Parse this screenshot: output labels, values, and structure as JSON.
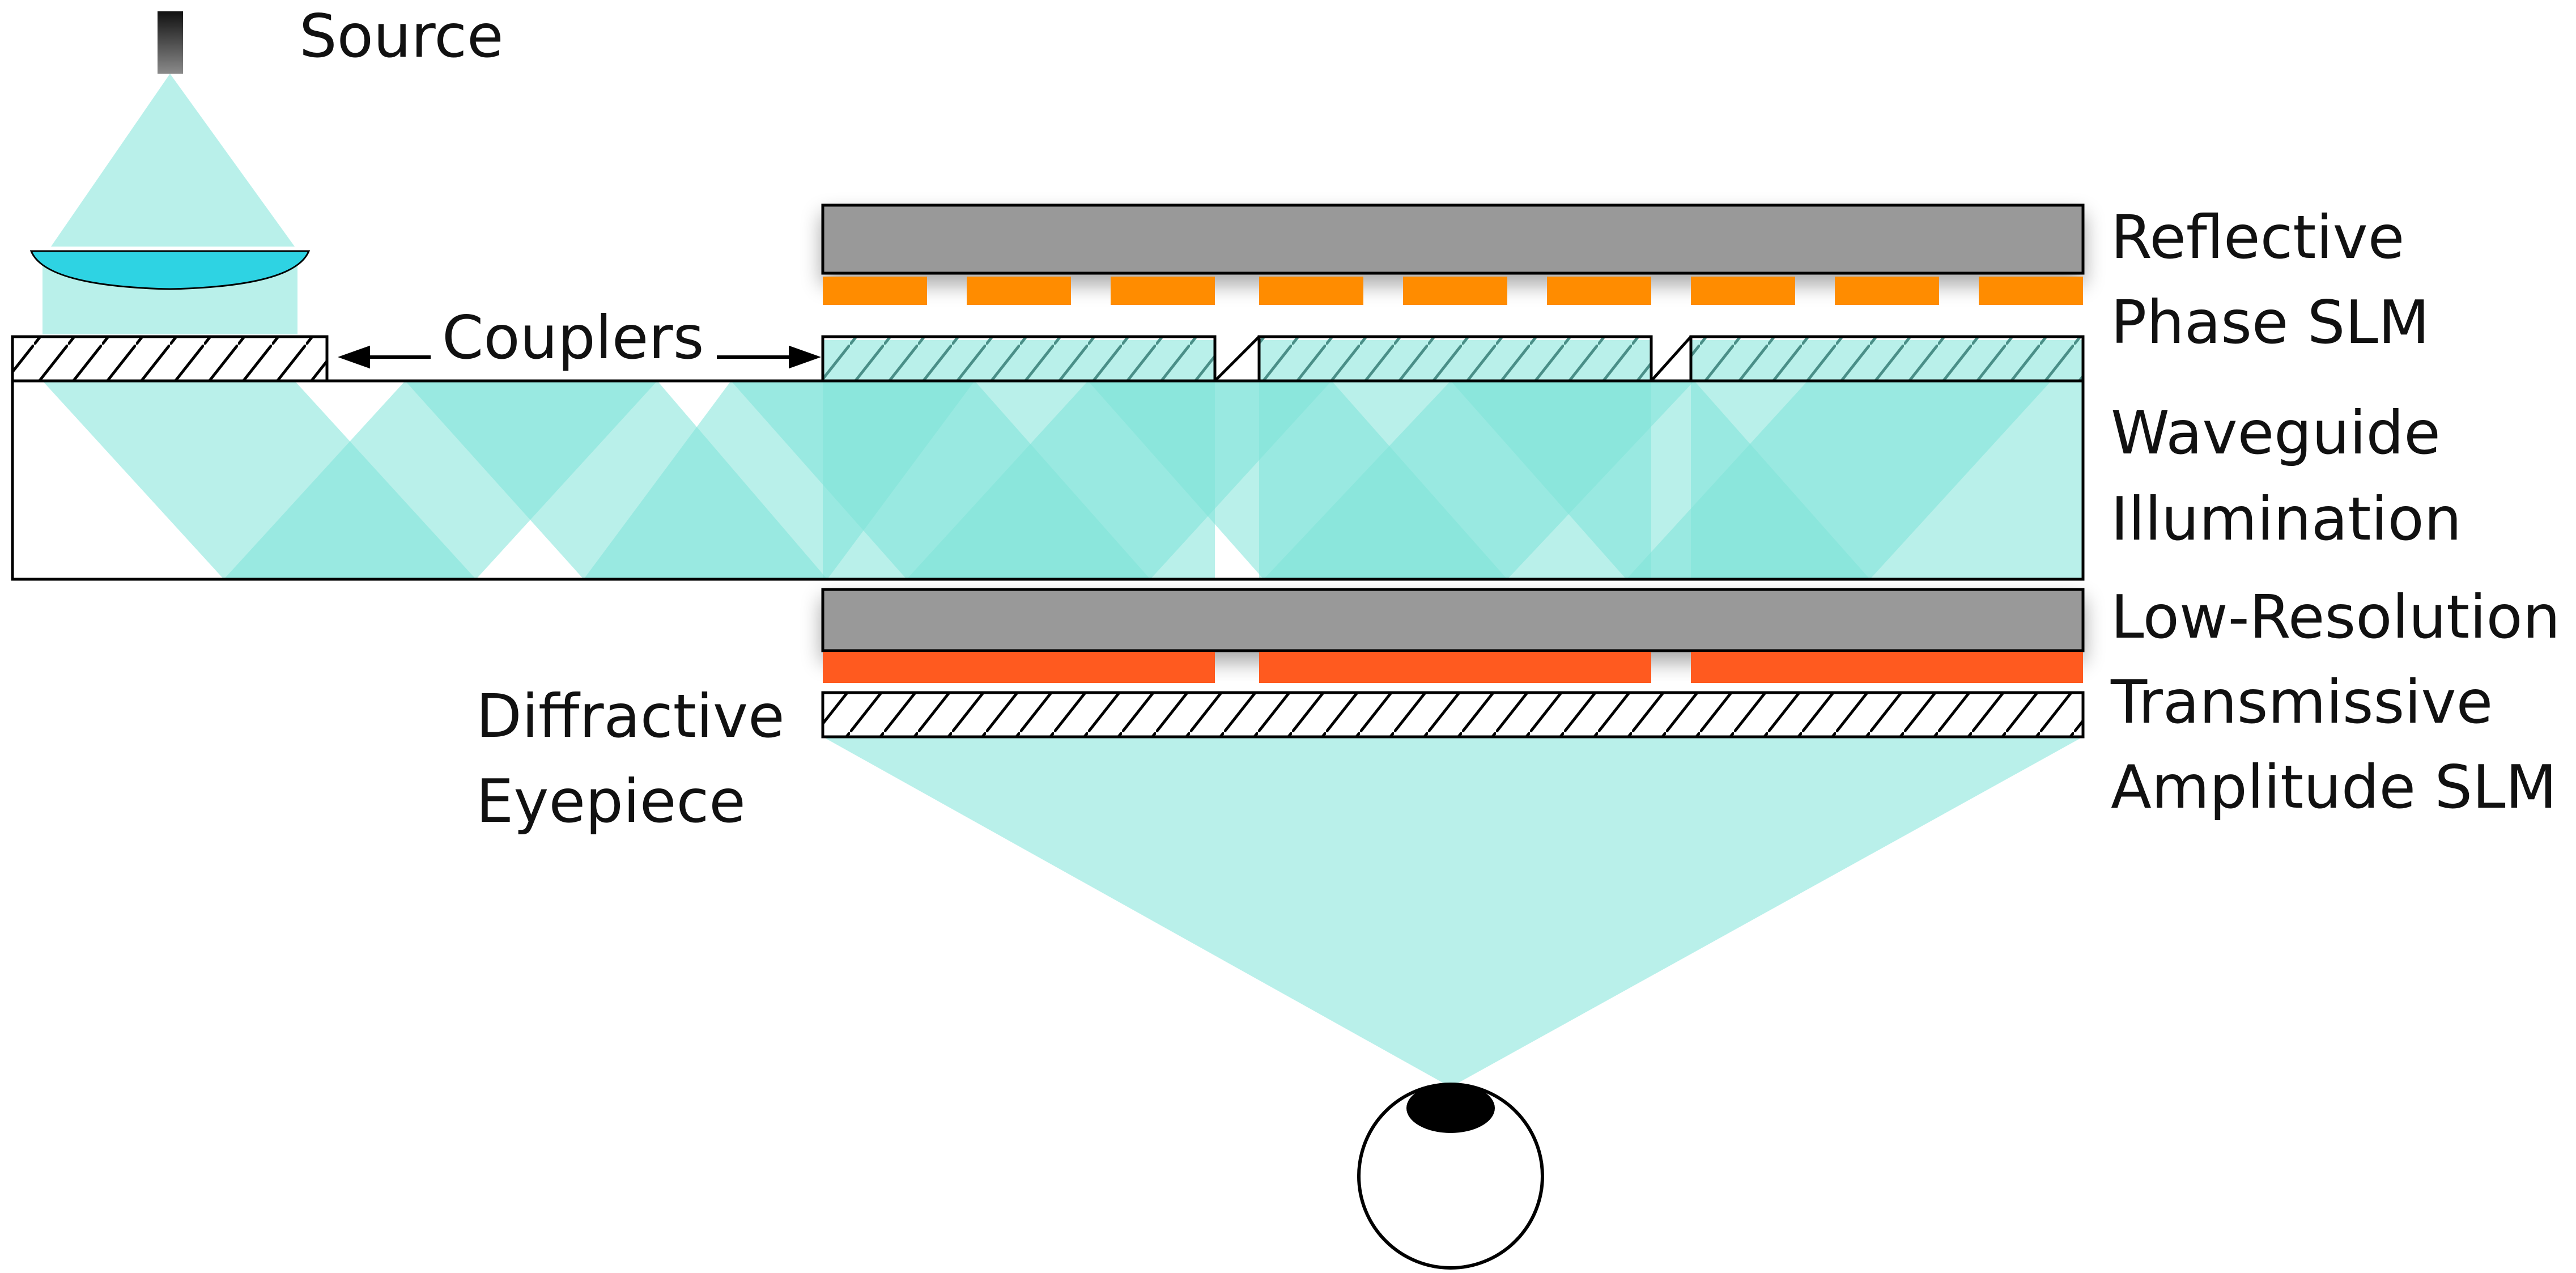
{
  "labels": {
    "source": "Source",
    "couplers": "Couplers",
    "reflective_phase_slm": [
      "Reflective",
      "Phase SLM"
    ],
    "waveguide_illumination": [
      "Waveguide",
      "Illumination"
    ],
    "amplitude_slm": [
      "Low-Resolution",
      "Transmissive",
      "Amplitude SLM"
    ],
    "diffractive_eyepiece": [
      "Diffractive",
      "Eyepiece"
    ]
  },
  "colors": {
    "light": "#7fe3d8",
    "lens": "#2ed3e3",
    "slm_body": "#999999",
    "phase_pixels": "#ff8c00",
    "amplitude_pixels": "#ff5a1f"
  }
}
